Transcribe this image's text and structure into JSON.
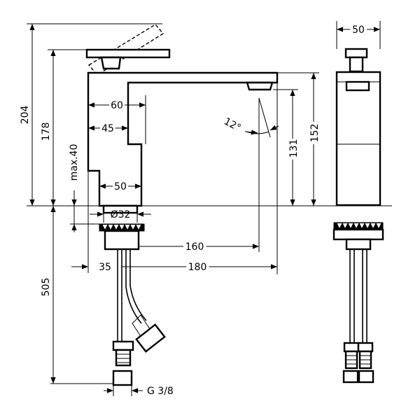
{
  "dimensions": {
    "d204": "204",
    "d178": "178",
    "max40": "max.40",
    "d505": "505",
    "d60": "60",
    "d45": "45",
    "d50_body": "50",
    "dia32": "Ø32",
    "angle": "12°",
    "d160": "160",
    "d35": "35",
    "d180": "180",
    "d131": "131",
    "d152": "152",
    "d50_side": "50",
    "thread": "G 3/8"
  }
}
